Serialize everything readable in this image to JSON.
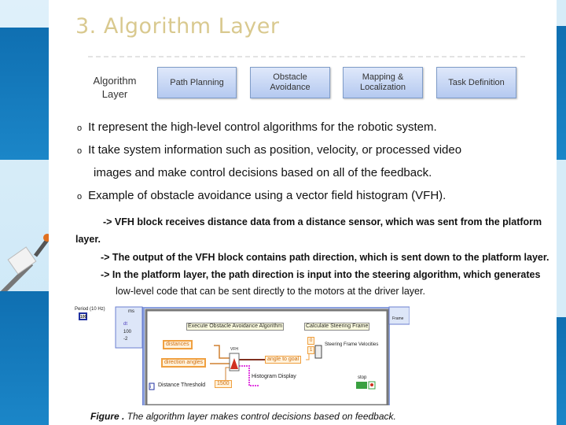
{
  "slide": {
    "title": "3. Algorithm Layer",
    "layer_label_1": "Algorithm",
    "layer_label_2": "Layer",
    "blocks": [
      {
        "line1": "Path Planning",
        "line2": ""
      },
      {
        "line1": "Obstacle",
        "line2": "Avoidance"
      },
      {
        "line1": "Mapping &",
        "line2": "Localization"
      },
      {
        "line1": "Task Definition",
        "line2": ""
      }
    ],
    "bullets": [
      "It represent the high-level control algorithms for the robotic system.",
      "It take system information such as position, velocity, or processed video",
      "images and make control decisions based on all of the feedback.",
      "Example of obstacle avoidance using a vector field histogram (VFH)."
    ],
    "sub_points": [
      "-> VFH block receives distance data from a distance sensor, which was sent from the platform",
      "layer.",
      "-> The output of the VFH block contains path direction, which is sent down to the platform  layer.",
      "-> In the platform layer, the path direction is input into the steering algorithm, which generates",
      "low-level  code that can be sent directly to the motors at the driver layer."
    ],
    "bullet_glyph": "o",
    "caption_prefix": "Figure .",
    "caption": " The algorithm layer makes control decisions based on feedback."
  },
  "diagram": {
    "period_label": "Period (10 Hz)",
    "period_value": "100",
    "ms": "ms",
    "dt": "dt",
    "loop_vals": [
      "100",
      "-2"
    ],
    "exec_label": "Execute Obstacle Avoidance Algorithm",
    "calc_label": "Calculate Steering Frame",
    "distances": "distances",
    "direction_angles": "direction angles",
    "vfh": "VFH",
    "angle_to_goal": "angle to goal",
    "consts": [
      "0",
      "1"
    ],
    "steering_velocities": "Steering Frame Velocities",
    "histogram_display": "Histogram Display",
    "distance_threshold": "Distance Threshold",
    "threshold_value": "1500",
    "stop": "stop",
    "frame": "Frame",
    "iter": "i"
  },
  "colors": {
    "title": "#d9c98f",
    "block_fill": "#c6d7f4",
    "strip_blue": "#1479bd",
    "wire_orange": "#f0a040",
    "wire_pink": "#e040e0"
  }
}
